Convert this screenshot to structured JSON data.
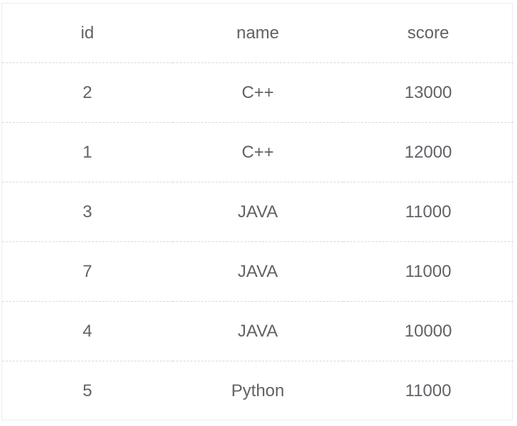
{
  "table": {
    "columns": [
      "id",
      "name",
      "score"
    ],
    "rows": [
      [
        "2",
        "C++",
        "13000"
      ],
      [
        "1",
        "C++",
        "12000"
      ],
      [
        "3",
        "JAVA",
        "11000"
      ],
      [
        "7",
        "JAVA",
        "11000"
      ],
      [
        "4",
        "JAVA",
        "10000"
      ],
      [
        "5",
        "Python",
        "11000"
      ]
    ]
  },
  "colors": {
    "text": "#606266",
    "border": "#d9d9d9",
    "outer_border": "#ececec",
    "background": "#ffffff"
  }
}
